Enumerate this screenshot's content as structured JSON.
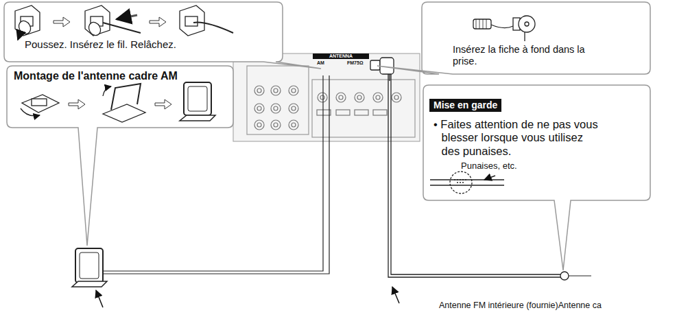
{
  "diagram": {
    "nodes": [
      {
        "text": [
          "Poussez. Insérez le fil. Relâchez."
        ]
      },
      {
        "text": [
          "Insérez la fiche à fond dans la prise."
        ]
      },
      {
        "text": [
          "Montage de l'antenne cadre AM"
        ]
      },
      {
        "text": [
          "Mise en garde",
          "• Faites attention de ne pas vous blesser lorsque vous utilisez des punaises.",
          "Punaises, etc."
        ]
      },
      {
        "text": [
          "ANTENNA",
          "AM",
          "FM75Ω"
        ]
      }
    ],
    "labels": [
      "Antenne FM intérieure (fournie)Antenne ca"
    ]
  }
}
